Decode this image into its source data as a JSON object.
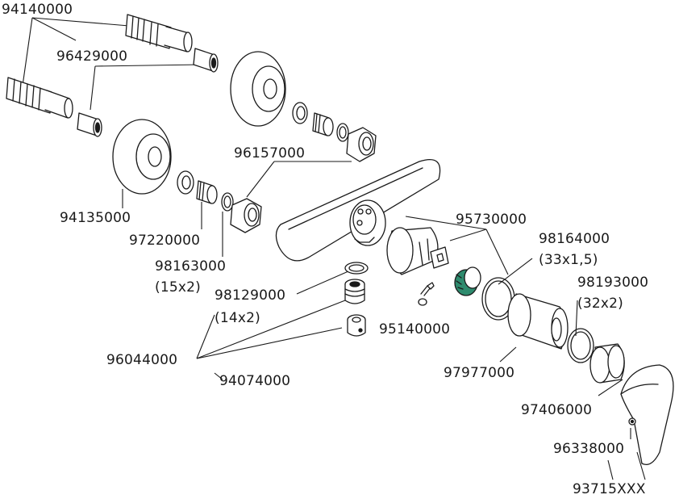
{
  "labels": {
    "p94140000": "94140000",
    "p96429000": "96429000",
    "p94135000": "94135000",
    "p96157000": "96157000",
    "p97220000": "97220000",
    "p98163000": "98163000",
    "p98163000_size": "(15x2)",
    "p98129000": "98129000",
    "p98129000_size": "(14x2)",
    "p96044000": "96044000",
    "p94074000": "94074000",
    "p95140000": "95140000",
    "p95730000": "95730000",
    "p98164000": "98164000",
    "p98164000_size": "(33x1,5)",
    "p98193000": "98193000",
    "p98193000_size": "(32x2)",
    "p97977000": "97977000",
    "p97406000": "97406000",
    "p96338000": "96338000",
    "p93715XXX": "93715XXX"
  },
  "colors": {
    "line": "#1a1a1a",
    "fill": "#ffffff",
    "shade": "#e6e6e6",
    "accent": "#2e8b6e"
  }
}
